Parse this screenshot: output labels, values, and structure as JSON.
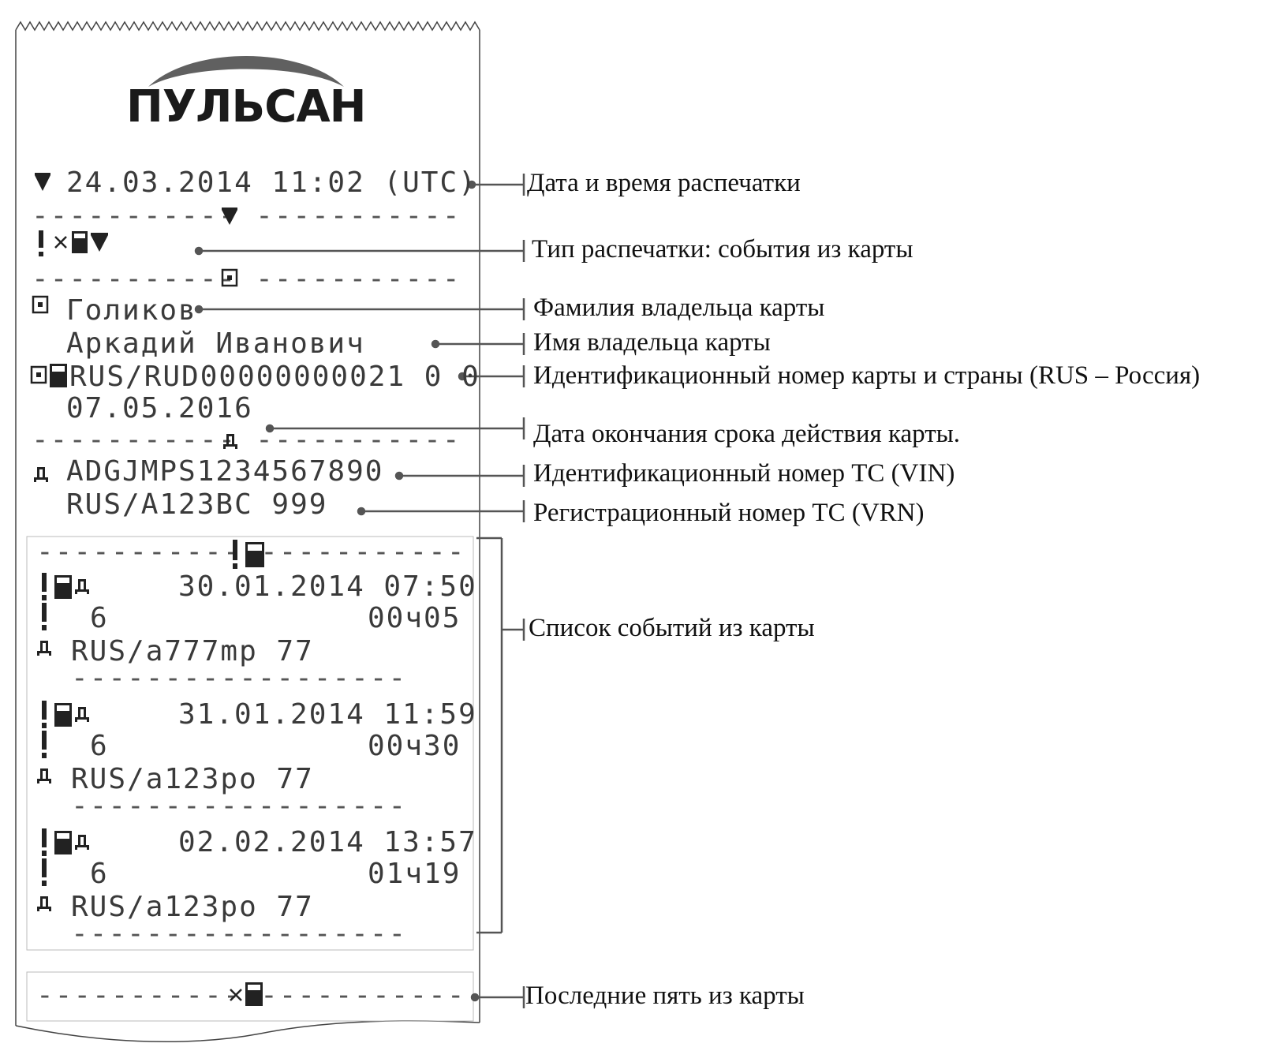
{
  "logo": {
    "text": "ПУЛЬСАН",
    "arc_color": "#606060",
    "text_color": "#1a1a1a"
  },
  "receipt": {
    "print_datetime": "24.03.2014 11:02 (UTC)",
    "card": {
      "surname": "Голиков",
      "first_names": "Аркадий Иванович",
      "number": "RUS/RUD00000000021 0 0",
      "expiry": "07.05.2016"
    },
    "vehicle": {
      "vin": "ADGJMPS1234567890",
      "vrn": "RUS/A123BC 999"
    },
    "events": [
      {
        "datetime": "30.01.2014 07:50",
        "code": "6",
        "duration": "00ч05",
        "vrn": "RUS/a777mp 77"
      },
      {
        "datetime": "31.01.2014 11:59",
        "code": "6",
        "duration": "00ч30",
        "vrn": "RUS/a123po 77"
      },
      {
        "datetime": "02.02.2014 13:57",
        "code": "6",
        "duration": "01ч19",
        "vrn": "RUS/a123po 77"
      }
    ]
  },
  "annotations": {
    "datetime": "Дата и время распечатки",
    "print_type": "Тип распечатки: события из карты",
    "surname": "Фамилия владельца карты",
    "first_name": "Имя владельца карты",
    "card_number": "Идентификационный номер карты и страны (RUS – Россия)",
    "expiry": "Дата окончания срока действия карты.",
    "vin": "Идентификационный номер ТС (VIN)",
    "vrn": "Регистрационный номер ТС (VRN)",
    "events_list": "Список событий из карты",
    "last_five": "Последние пять из карты"
  },
  "icons": {
    "printer": "printer-triangle-icon",
    "event": "exclamation-icon",
    "card": "card-icon",
    "driver": "driver-card-icon",
    "vehicle": "vehicle-icon",
    "cross": "cross-icon"
  }
}
